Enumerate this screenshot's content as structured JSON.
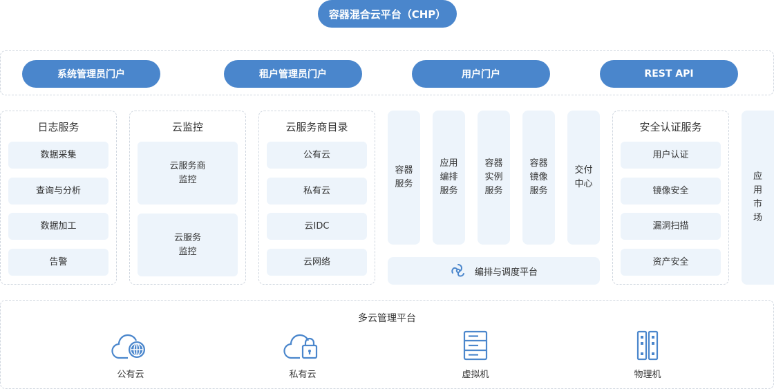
{
  "title": "容器混合云平台（CHP）",
  "portals": [
    "系统管理员门户",
    "租户管理员门户",
    "用户门户",
    "REST API"
  ],
  "log_service": {
    "title": "日志服务",
    "items": [
      "数据采集",
      "查询与分析",
      "数据加工",
      "告警"
    ]
  },
  "cloud_monitor": {
    "title": "云监控",
    "items": [
      "云服务商\n监控",
      "云服务\n监控"
    ]
  },
  "provider_catalog": {
    "title": "云服务商目录",
    "items": [
      "公有云",
      "私有云",
      "云IDC",
      "云网络"
    ]
  },
  "core_services": {
    "items": [
      "容器\n服务",
      "应用\n编排\n服务",
      "容器\n实例\n服务",
      "容器\n镜像\n服务",
      "交付\n中心"
    ],
    "orchestration": "编排与调度平台"
  },
  "security": {
    "title": "安全认证服务",
    "items": [
      "用户认证",
      "镜像安全",
      "漏洞扫描",
      "资产安全"
    ]
  },
  "app_market": "应\n用\n市\n场",
  "multicloud": {
    "title": "多云管理平台",
    "resources": [
      {
        "label": "公有云",
        "icon": "cloud-globe-icon"
      },
      {
        "label": "私有云",
        "icon": "cloud-lock-icon"
      },
      {
        "label": "虚拟机",
        "icon": "server-rack-icon"
      },
      {
        "label": "物理机",
        "icon": "physical-server-icon"
      }
    ]
  },
  "colors": {
    "accent": "#4a86cc",
    "cell_bg": "#edf4fb",
    "border": "#cfd6df"
  }
}
